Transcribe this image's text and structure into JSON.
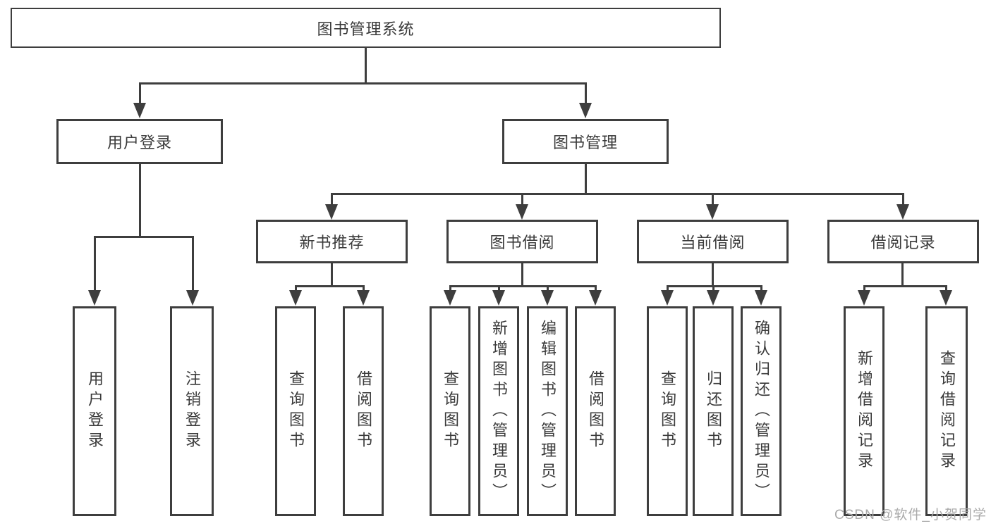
{
  "tree": {
    "root": {
      "label": "图书管理系统"
    },
    "branches": [
      {
        "label": "用户登录",
        "children": [
          {
            "label": "用户登录"
          },
          {
            "label": "注销登录"
          }
        ]
      },
      {
        "label": "图书管理",
        "groups": [
          {
            "label": "新书推荐",
            "children": [
              {
                "label": "查询图书"
              },
              {
                "label": "借阅图书"
              }
            ]
          },
          {
            "label": "图书借阅",
            "children": [
              {
                "label": "查询图书"
              },
              {
                "label": "新增图书（管理员）"
              },
              {
                "label": "编辑图书（管理员）"
              },
              {
                "label": "借阅图书"
              }
            ]
          },
          {
            "label": "当前借阅",
            "children": [
              {
                "label": "查询图书"
              },
              {
                "label": "归还图书"
              },
              {
                "label": "确认归还（管理员）"
              }
            ]
          },
          {
            "label": "借阅记录",
            "children": [
              {
                "label": "新增借阅记录"
              },
              {
                "label": "查询借阅记录"
              }
            ]
          }
        ]
      }
    ]
  },
  "watermark": {
    "text": "CSDN @软件_小贺同学"
  },
  "colors": {
    "line": "#3e3e3e",
    "text": "#3a3a3a",
    "watermark": "#aaaaaa",
    "background": "#ffffff"
  }
}
